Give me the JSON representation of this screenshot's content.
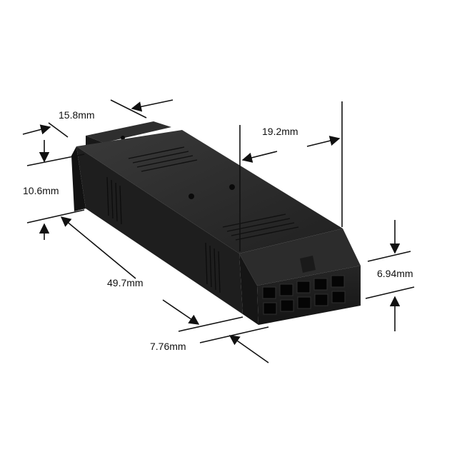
{
  "figure": {
    "subject": "Dark plastic 10-position connector housing with dimensions",
    "colors": {
      "background": "#ffffff",
      "body_top": "#2a2a2a",
      "body_front": "#1b1b1b",
      "body_side": "#111111",
      "pin_face": "#0d0d0d",
      "dimension_lines": "#111111"
    },
    "dimensions": {
      "width_top": "15.8mm",
      "height_rear": "10.6mm",
      "length": "49.7mm",
      "body_width": "19.2mm",
      "front_height": "6.94mm",
      "front_width": "7.76mm"
    }
  }
}
